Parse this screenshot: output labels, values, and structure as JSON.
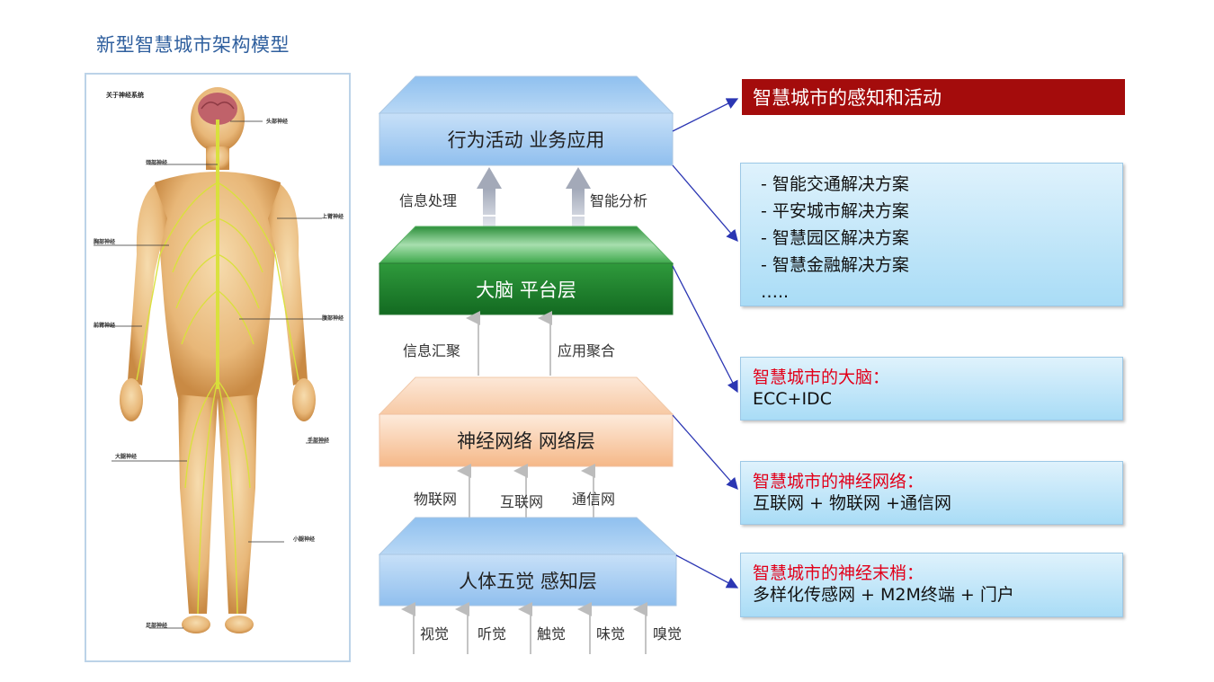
{
  "title": "新型智慧城市架构模型",
  "body_figure": {
    "heading": "关于神经系统",
    "labels": [
      "头部神经",
      "颈部神经",
      "上臂神经",
      "胸部神经",
      "腹部神经",
      "前臂神经",
      "手部神经",
      "大腿神经",
      "小腿神经",
      "足部神经"
    ]
  },
  "layers": [
    {
      "label": "行为活动  业务应用"
    },
    {
      "label": "大脑  平台层"
    },
    {
      "label": "神经网络  网络层"
    },
    {
      "label": "人体五觉  感知层"
    }
  ],
  "connectors": {
    "top_left": "信息处理",
    "top_right": "智能分析",
    "mid_left": "信息汇聚",
    "mid_right": "应用聚合",
    "net_1": "物联网",
    "net_2": "互联网",
    "net_3": "通信网"
  },
  "senses": [
    "视觉",
    "听觉",
    "触觉",
    "味觉",
    "嗅觉"
  ],
  "right": {
    "red_bar": "智慧城市的感知和活动",
    "solutions": [
      "- 智能交通解决方案",
      "- 平安城市解决方案",
      "- 智慧园区解决方案",
      "- 智慧金融解决方案",
      "….."
    ],
    "brain_title": "智慧城市的大脑：",
    "brain_text": "ECC+IDC",
    "network_title": "智慧城市的神经网络：",
    "network_text": "互联网 + 物联网 +通信网",
    "endings_title": "智慧城市的神经末梢：",
    "endings_text": "多样化传感网 + M2M终端 + 门户"
  },
  "colors": {
    "title": "#2f5f9e",
    "red_bar": "#a40c0c",
    "highlight_red": "#e2001a",
    "blue_layer": "#a6cdf2",
    "green_layer": "#1e8a2e",
    "peach_layer": "#f8c9a6"
  }
}
